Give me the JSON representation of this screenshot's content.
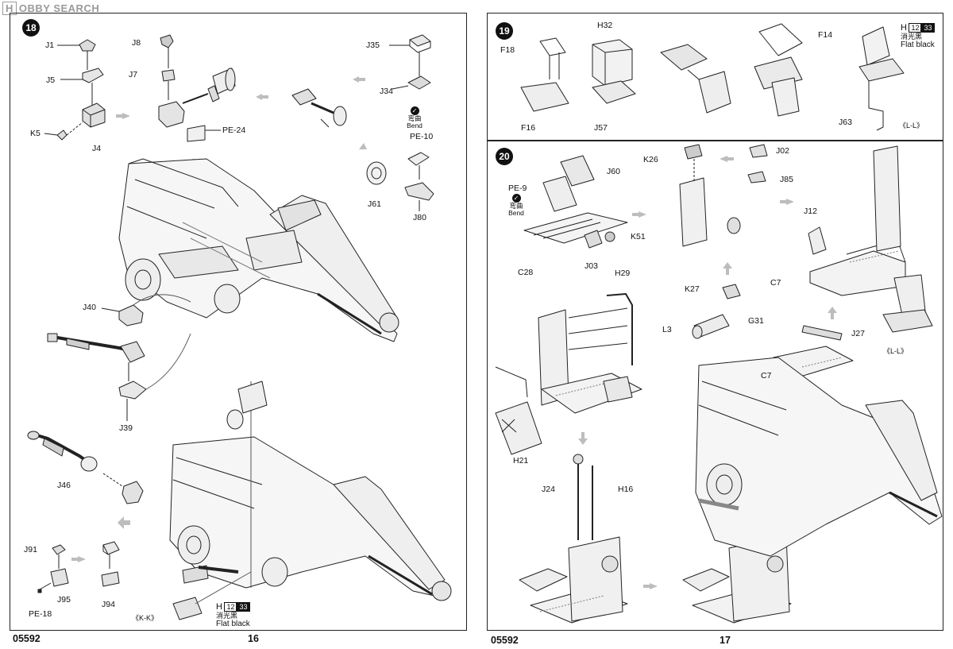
{
  "watermark": {
    "box": "H",
    "text": "OBBY SEARCH"
  },
  "left_page": {
    "step": "18",
    "code": "05592",
    "page_number": "16",
    "labels": {
      "J1": "J1",
      "J5": "J5",
      "K5": "K5",
      "J4": "J4",
      "J8": "J8",
      "J7": "J7",
      "PE24": "PE-24",
      "J35": "J35",
      "J34": "J34",
      "bend_cn": "弯曲",
      "bend": "Bend",
      "PE10": "PE-10",
      "J61": "J61",
      "J80": "J80",
      "J40": "J40",
      "J39": "J39",
      "J46": "J46",
      "J91": "J91",
      "J95": "J95",
      "PE18": "PE-18",
      "J94": "J94",
      "KK": "《K-K》"
    },
    "paint": {
      "letter": "H",
      "code1": "12",
      "code2": "33",
      "cn": "消光黑",
      "en": "Flat black"
    }
  },
  "right_page": {
    "code": "05592",
    "page_number": "17",
    "step19": {
      "step": "19",
      "labels": {
        "F18": "F18",
        "F16": "F16",
        "H32": "H32",
        "J57": "J57",
        "F14": "F14",
        "J63": "J63",
        "LL": "《L-L》"
      },
      "paint": {
        "letter": "H",
        "code1": "12",
        "code2": "33",
        "cn": "消光黑",
        "en": "Flat black"
      }
    },
    "step20": {
      "step": "20",
      "labels": {
        "J60": "J60",
        "PE9": "PE-9",
        "bend_cn": "弯曲",
        "bend": "Bend",
        "C28": "C28",
        "J03": "J03",
        "K51": "K51",
        "K26": "K26",
        "J02": "J02",
        "J85": "J85",
        "J12": "J12",
        "C7a": "C7",
        "H29": "H29",
        "K27": "K27",
        "L3": "L3",
        "G31": "G31",
        "J27": "J27",
        "C7b": "C7",
        "LL": "《L-L》",
        "H21": "H21",
        "J24": "J24",
        "H16": "H16"
      }
    }
  }
}
